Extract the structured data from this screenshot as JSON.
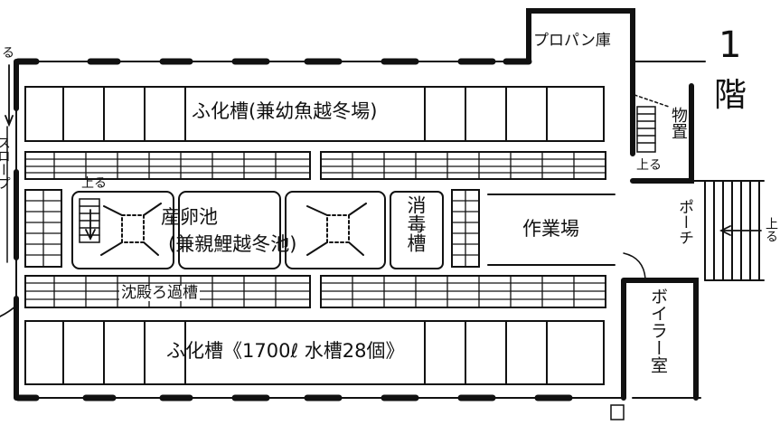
{
  "floor": {
    "number": "1",
    "suffix": "階"
  },
  "rooms": {
    "hatchery_top": "ふ化槽(兼幼魚越冬場)",
    "hatchery_bottom": "ふ化槽《1700ℓ 水槽28個》",
    "spawning_pond_line1": "産卵池",
    "spawning_pond_line2": "(兼親鯉越冬池)",
    "disinfection_tank": "消毒槽",
    "workshop": "作業場",
    "settling_tank": "沈殿ろ過槽",
    "storage": "物置",
    "propane": "プロパン庫",
    "porch": "ポーチ",
    "boiler": "ボイラー室",
    "slope": "スロープ"
  },
  "annotations": {
    "up_stair_storage": "上る",
    "up_stair_pond": "上る",
    "up_porch": "上る",
    "up_left_edge": "る"
  }
}
